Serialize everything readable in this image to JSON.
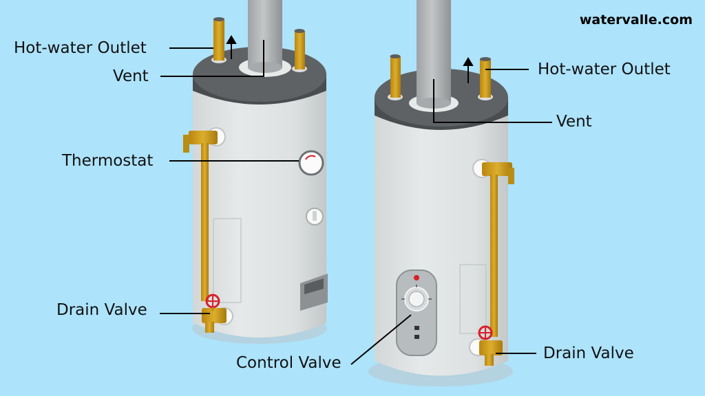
{
  "brand": "watervalle.com",
  "left_heater": {
    "hot_water_outlet": "Hot-water Outlet",
    "vent": "Vent",
    "thermostat": "Thermostat",
    "drain_valve": "Drain Valve"
  },
  "right_heater": {
    "hot_water_outlet": "Hot-water Outlet",
    "vent": "Vent",
    "drain_valve": "Drain Valve",
    "control_valve": "Control Valve"
  },
  "colors": {
    "background": "#ade3fb",
    "tank_body": "#e1e5e5",
    "tank_top": "#5f6264",
    "brass": "#c89a1d",
    "valve_handle": "#d9202a"
  }
}
